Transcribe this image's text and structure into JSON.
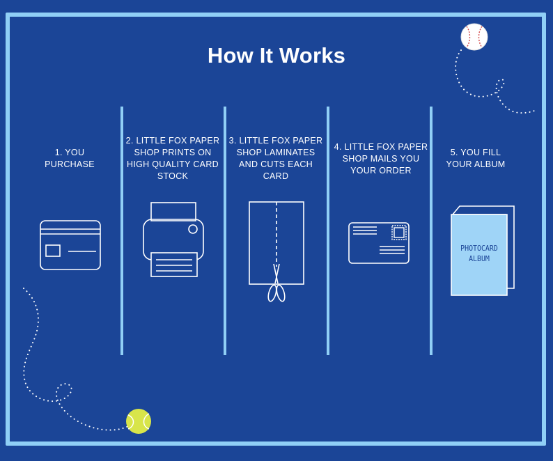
{
  "title": "How It Works",
  "steps": [
    {
      "label": "1. YOU PURCHASE",
      "icon": "credit-card-icon"
    },
    {
      "label": "2. LITTLE FOX PAPER SHOP PRINTS ON HIGH QUALITY CARD STOCK",
      "icon": "printer-icon"
    },
    {
      "label": "3. LITTLE FOX PAPER SHOP LAMINATES AND CUTS EACH CARD",
      "icon": "scissors-cut-icon"
    },
    {
      "label": "4. LITTLE FOX PAPER SHOP MAILS YOU YOUR ORDER",
      "icon": "envelope-icon"
    },
    {
      "label": "5. YOU FILL YOUR ALBUM",
      "icon": "photocard-album-icon"
    }
  ],
  "album_label": "PHOTOCARD ALBUM",
  "decorations": {
    "top_right": "baseball-icon",
    "bottom_left": "tennis-ball-icon"
  },
  "colors": {
    "background": "#1b4597",
    "accent": "#90cff6",
    "text": "#ffffff",
    "tennis": "#d8e54a"
  }
}
